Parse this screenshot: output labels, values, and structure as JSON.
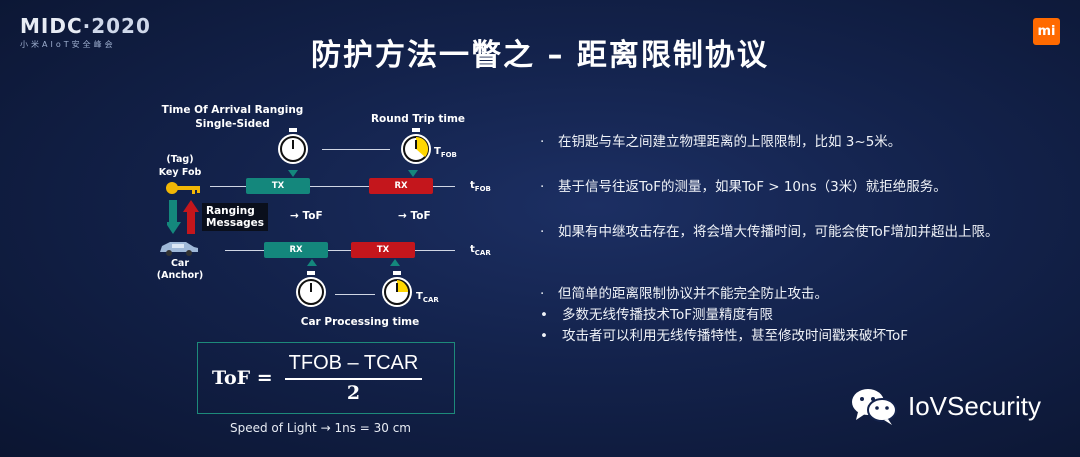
{
  "header": {
    "logo_main": "MIDC",
    "logo_year": "·2020",
    "logo_sub": "小米AIoT安全峰会",
    "mi_badge": "mi",
    "title": "防护方法一瞥之 – 距离限制协议"
  },
  "diagram": {
    "heading_line1": "Time Of Arrival Ranging",
    "heading_line2": "Single-Sided",
    "round_trip": "Round Trip time",
    "tag_line1": "(Tag)",
    "tag_line2": "Key Fob",
    "car_line1": "Car",
    "car_line2": "(Anchor)",
    "ranging_line1": "Ranging",
    "ranging_line2": "Messages",
    "tx": "TX",
    "rx": "RX",
    "tof": "ToF",
    "arrow": "→",
    "t_fob_main": "t",
    "t_fob_sub": "FOB",
    "t_car_main": "t",
    "t_car_sub": "CAR",
    "T_fob_main": "T",
    "T_fob_sub": "FOB",
    "T_car_main": "T",
    "T_car_sub": "CAR",
    "car_processing": "Car Processing time"
  },
  "formula": {
    "lhs": "ToF =",
    "numerator": "TFOB – TCAR",
    "denominator": "2",
    "speed_note": "Speed of Light → 1ns = 30 cm"
  },
  "bullets": [
    {
      "dot": "·",
      "text": "在钥匙与车之间建立物理距离的上限限制，比如 3~5米。"
    },
    {
      "dot": "·",
      "text": "基于信号往返ToF的测量，如果ToF > 10ns（3米）就拒绝服务。"
    },
    {
      "dot": "·",
      "text": "如果有中继攻击存在，将会增大传播时间，可能会使ToF增加并超出上限。"
    },
    {
      "dot": "·",
      "text": "但简单的距离限制协议并不能完全防止攻击。"
    },
    {
      "dot": "•",
      "text": "多数无线传播技术ToF测量精度有限"
    },
    {
      "dot": "•",
      "text": "攻击者可以利用无线传播特性，甚至修改时间戳来破坏ToF"
    }
  ],
  "wechat": {
    "icon": "wechat-icon",
    "name": "IoVSecurity"
  },
  "colors": {
    "teal": "#14877c",
    "red": "#c4161c",
    "accent_orange": "#ff6a00",
    "stopwatch_yellow": "#ffd600"
  }
}
